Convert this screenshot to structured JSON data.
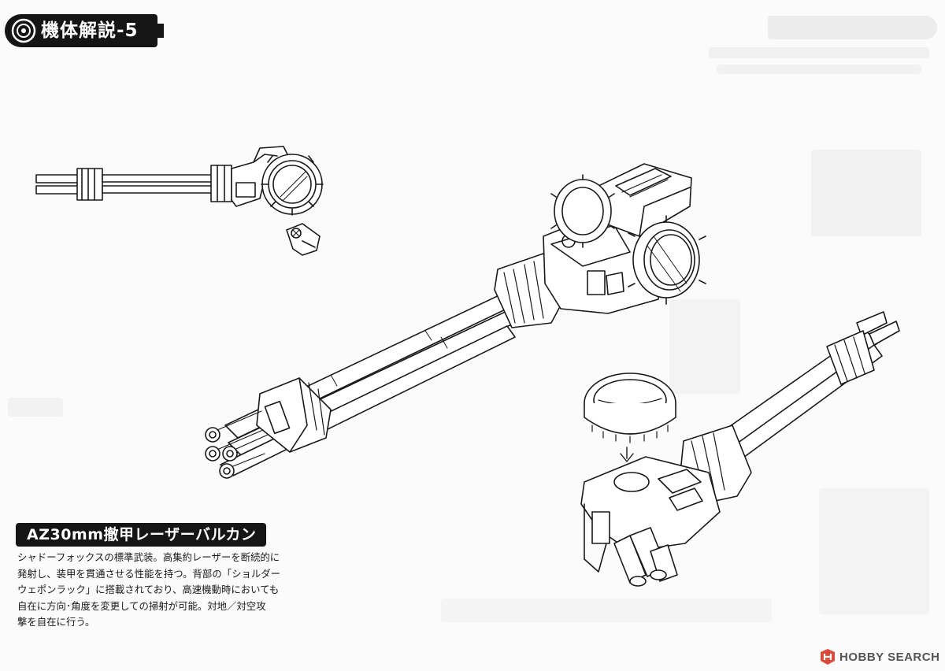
{
  "header": {
    "title": "機体解説-5",
    "icon": "gear-target-icon"
  },
  "weapon": {
    "title": "AZ30mm撤甲レーザーバルカン",
    "description_lines": [
      "シャドーフォックスの標準武装。高集約レーザーを断続的に",
      "発射し、装甲を貫通させる性能を持つ。背部の「ショルダー",
      "ウェポンラック」に搭載されており、高速機動時においても",
      "自在に方向･角度を変更しての掃射が可能。対地／対空攻",
      "撃を自在に行う。"
    ]
  },
  "watermark": {
    "text": "HOBBY SEARCH",
    "icon": "hobby-search-logo-icon"
  },
  "colors": {
    "ink": "#151515",
    "paper": "#fbfbfb",
    "ghost": "#e9e9e9"
  }
}
